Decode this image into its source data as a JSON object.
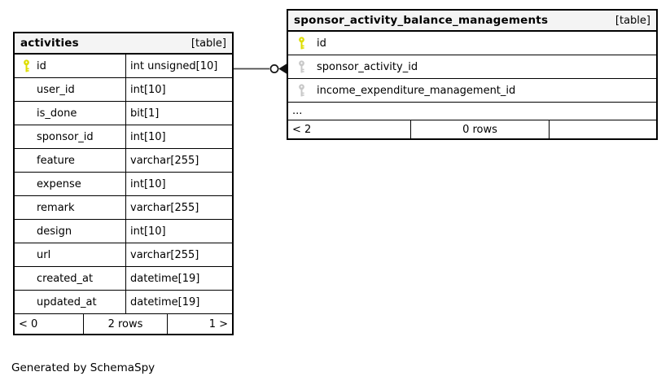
{
  "page": {
    "generated_by": "Generated by SchemaSpy"
  },
  "colors": {
    "border": "#000000",
    "header-bg": "#f4f4f4",
    "key-primary": "#dede00",
    "key-foreign": "#c8c8c8",
    "connector-line": "#4a4a4a",
    "connector-head": "#141414"
  },
  "activities": {
    "title": "activities",
    "tag": "[table]",
    "columns": [
      {
        "name": "id",
        "type": "int unsigned[10]"
      },
      {
        "name": "user_id",
        "type": "int[10]"
      },
      {
        "name": "is_done",
        "type": "bit[1]"
      },
      {
        "name": "sponsor_id",
        "type": "int[10]"
      },
      {
        "name": "feature",
        "type": "varchar[255]"
      },
      {
        "name": "expense",
        "type": "int[10]"
      },
      {
        "name": "remark",
        "type": "varchar[255]"
      },
      {
        "name": "design",
        "type": "int[10]"
      },
      {
        "name": "url",
        "type": "varchar[255]"
      },
      {
        "name": "created_at",
        "type": "datetime[19]"
      },
      {
        "name": "updated_at",
        "type": "datetime[19]"
      }
    ],
    "footer": {
      "left": "< 0",
      "center": "2 rows",
      "right": "1 >"
    }
  },
  "sponsor": {
    "title": "sponsor_activity_balance_managements",
    "tag": "[table]",
    "columns": [
      {
        "name": "id"
      },
      {
        "name": "sponsor_activity_id"
      },
      {
        "name": "income_expenditure_management_id"
      }
    ],
    "ellipsis": "...",
    "footer": {
      "left": "< 2",
      "center": "0 rows",
      "right": ""
    }
  }
}
